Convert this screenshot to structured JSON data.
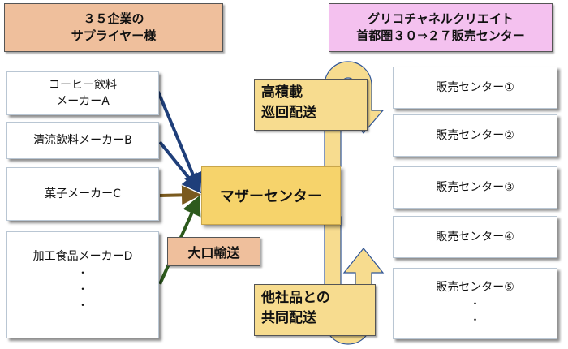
{
  "headers": {
    "suppliers": {
      "line1": "３５企業の",
      "line2": "サプライヤー様"
    },
    "sales_centers": {
      "line1": "グリコチャネルクリエイト",
      "line2": "首都圏３０⇒２７販売センター"
    }
  },
  "suppliers": [
    {
      "line1": "コーヒー飲料",
      "line2": "メーカーA"
    },
    {
      "line1": "清涼飲料メーカーB"
    },
    {
      "line1": "菓子メーカーC"
    },
    {
      "line1": "加工食品メーカーD",
      "dots": [
        "・",
        "・",
        "・"
      ]
    }
  ],
  "mother_center": {
    "label": "マザーセンター"
  },
  "transport_labels": {
    "bulk": "大口輸送",
    "milk_run": {
      "line1": "高積載",
      "line2": "巡回配送"
    },
    "joint": {
      "line1": "他社品との",
      "line2": "共同配送"
    }
  },
  "sales_centers": [
    {
      "label": "販売センター①"
    },
    {
      "label": "販売センター②"
    },
    {
      "label": "販売センター③"
    },
    {
      "label": "販売センター④"
    },
    {
      "label": "販売センター⑤",
      "dots": [
        "・",
        "・"
      ]
    }
  ],
  "colors": {
    "supplier_header": "#efbf9c",
    "sales_header": "#f4c1ef",
    "mother_center": "#f6d36b",
    "route_fill": "#f7dc8f",
    "arrow_blue": "#1f3f7a",
    "arrow_brown": "#7a5a1e",
    "arrow_green": "#2d5a1d"
  }
}
